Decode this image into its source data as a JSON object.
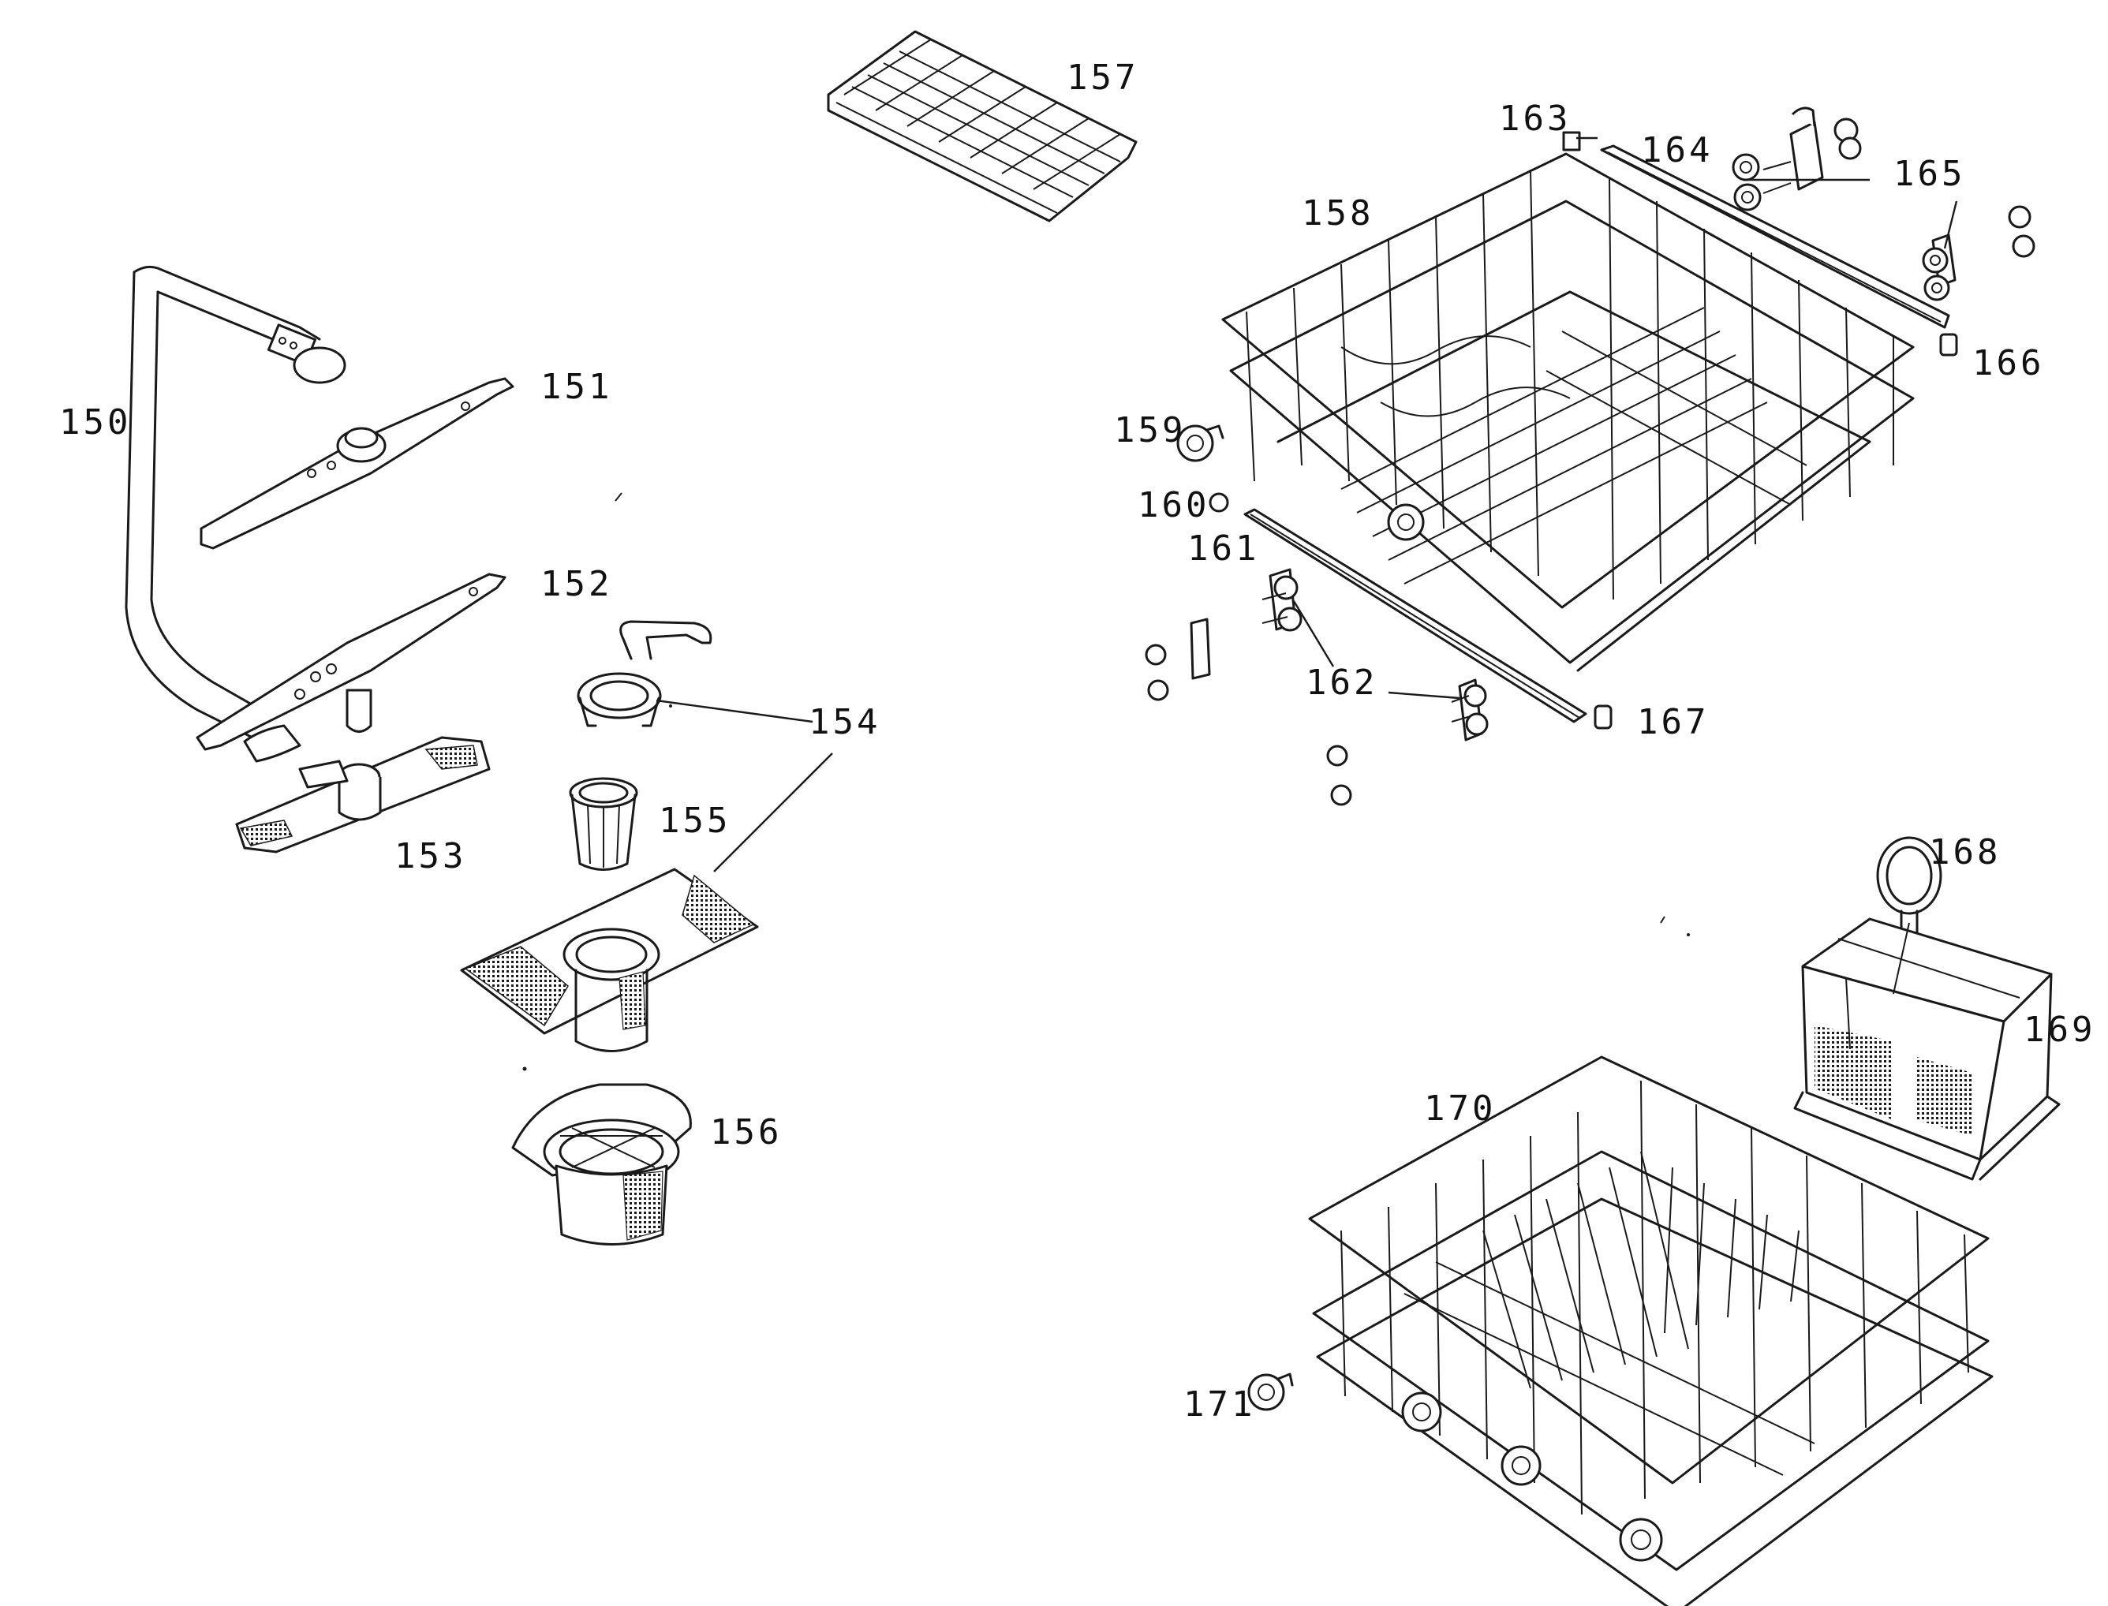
{
  "callouts": {
    "p150": "150",
    "p151": "151",
    "p152": "152",
    "p153": "153",
    "p154": "154",
    "p155": "155",
    "p156": "156",
    "p157": "157",
    "p158": "158",
    "p159": "159",
    "p160": "160",
    "p161": "161",
    "p162": "162",
    "p163": "163",
    "p164": "164",
    "p165": "165",
    "p166": "166",
    "p167": "167",
    "p168": "168",
    "p169": "169",
    "p170": "170",
    "p171": "171"
  }
}
